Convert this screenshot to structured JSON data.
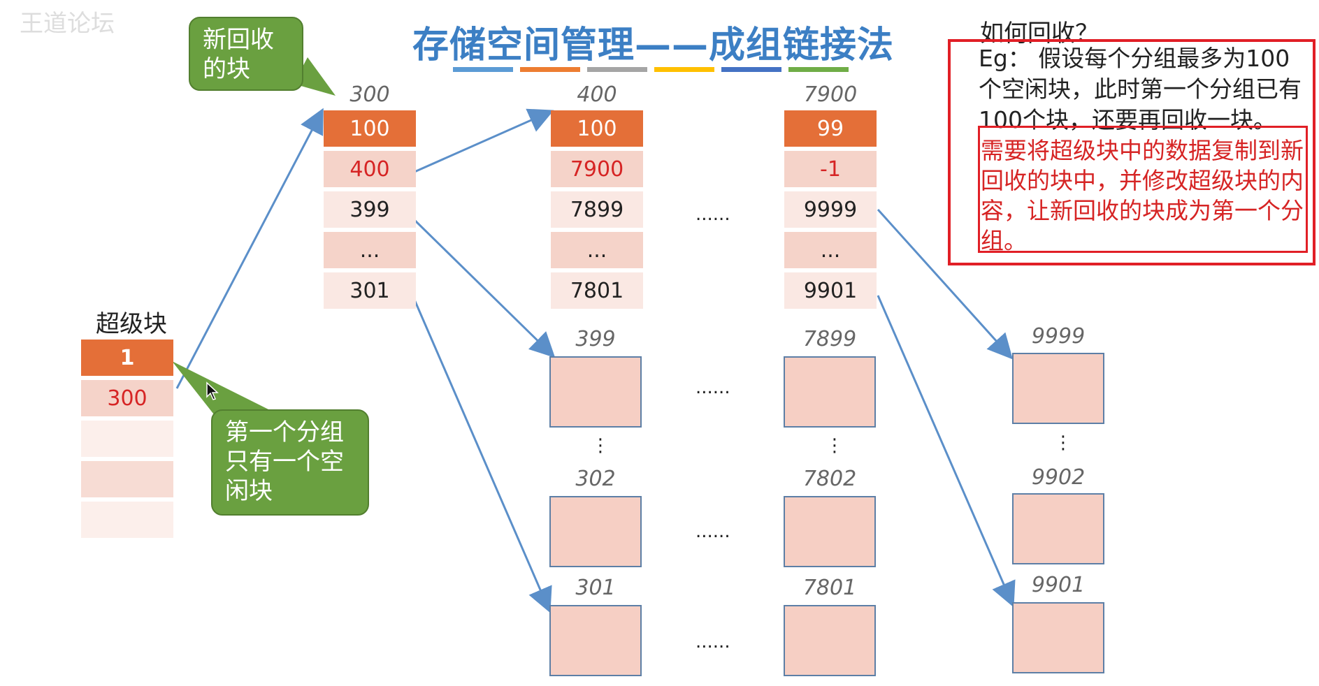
{
  "watermark": "王道论坛",
  "title": "存储空间管理——成组链接法",
  "color_bars": [
    "#5b9bd5",
    "#ed7d31",
    "#a5a5a5",
    "#ffc000",
    "#4472c4",
    "#70ad47"
  ],
  "colors": {
    "accent_blue": "#3c7fc4",
    "head_orange": "#e46f38",
    "pointer_red": "#d62424",
    "callout_green": "#6aa040",
    "box_red": "#e11f26",
    "arrow_blue": "#5b8fc9"
  },
  "super_block": {
    "label": "超级块",
    "count": "1",
    "pointer": "300"
  },
  "callouts": {
    "new_block": "新回收的块",
    "first_group": "第一个分组只有一个空闲块"
  },
  "groups": [
    {
      "label": "300",
      "count": "100",
      "next": "400",
      "entries": [
        "399",
        "...",
        "301"
      ]
    },
    {
      "label": "400",
      "count": "100",
      "next": "7900",
      "entries": [
        "7899",
        "...",
        "7801"
      ]
    },
    {
      "label": "7900",
      "count": "99",
      "next": "-1",
      "entries": [
        "9999",
        "...",
        "9901"
      ]
    }
  ],
  "ellipsis_h": "......",
  "ellipsis_v": "⋮",
  "free_columns": [
    {
      "labels": [
        "399",
        "302",
        "301"
      ]
    },
    {
      "labels": [
        "7899",
        "7802",
        "7801"
      ]
    },
    {
      "labels": [
        "9999",
        "9902",
        "9901"
      ]
    }
  ],
  "explanation": {
    "question": "如何回收？",
    "example": "Eg： 假设每个分组最多为100个空闲块，此时第一个分组已有100个块，还要再回收一块。",
    "answer": "需要将超级块中的数据复制到新回收的块中，并修改超级块的内容，让新回收的块成为第一个分组。"
  }
}
